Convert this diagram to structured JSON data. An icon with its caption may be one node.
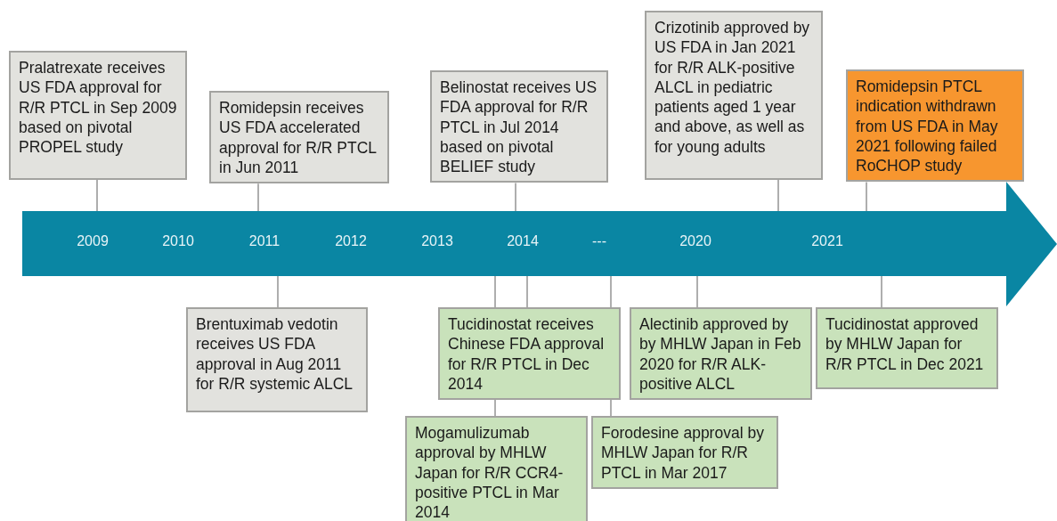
{
  "diagram": {
    "nodes": [
      {
        "text": [
          "Pralatrexate receives US FDA approval for R/R PTCL in Sep 2009 based on pivotal PROPEL study"
        ]
      },
      {
        "text": [
          "Romidepsin receives US FDA accelerated approval for R/R PTCL in Jun 2011"
        ]
      },
      {
        "text": [
          "Belinostat receives US FDA approval for R/R PTCL in Jul 2014 based on pivotal BELIEF study"
        ]
      },
      {
        "text": [
          "Crizotinib approved by US FDA in Jan 2021 for R/R ALK-positive ALCL in pediatric patients aged 1 year and above, as well as for young adults"
        ]
      },
      {
        "text": [
          "Romidepsin PTCL indication withdrawn from US FDA in May 2021 following failed RoCHOP study"
        ]
      },
      {
        "text": [
          "2009",
          "2010",
          "2011",
          "2012",
          "2013",
          "2014",
          "---",
          "2020",
          "2021"
        ]
      },
      {
        "text": [
          "Brentuximab vedotin receives US FDA approval in Aug 2011 for R/R systemic ALCL"
        ]
      },
      {
        "text": [
          "Tucidinostat receives Chinese FDA approval for R/R PTCL in Dec 2014"
        ]
      },
      {
        "text": [
          "Alectinib approved by by MHLW Japan in Feb 2020 for R/R ALK-positive ALCL"
        ]
      },
      {
        "text": [
          "Tucidinostat approved by MHLW Japan for R/R PTCL in Dec 2021"
        ]
      },
      {
        "text": [
          "Mogamulizumab approval by MHLW Japan for R/R CCR4-positive PTCL in Mar 2014"
        ]
      },
      {
        "text": [
          "Forodesine approval by MHLW Japan for R/R PTCL in Mar 2017"
        ]
      }
    ],
    "edges": [
      {
        "from": 0,
        "to": 5,
        "arrow": "none"
      },
      {
        "from": 1,
        "to": 5,
        "arrow": "none"
      },
      {
        "from": 2,
        "to": 5,
        "arrow": "none"
      },
      {
        "from": 3,
        "to": 5,
        "arrow": "none"
      },
      {
        "from": 4,
        "to": 5,
        "arrow": "none"
      },
      {
        "from": 6,
        "to": 5,
        "arrow": "none"
      },
      {
        "from": 7,
        "to": 5,
        "arrow": "none"
      },
      {
        "from": 8,
        "to": 5,
        "arrow": "none"
      },
      {
        "from": 9,
        "to": 5,
        "arrow": "none"
      },
      {
        "from": 10,
        "to": 5,
        "arrow": "none"
      },
      {
        "from": 11,
        "to": 5,
        "arrow": "none"
      }
    ]
  }
}
